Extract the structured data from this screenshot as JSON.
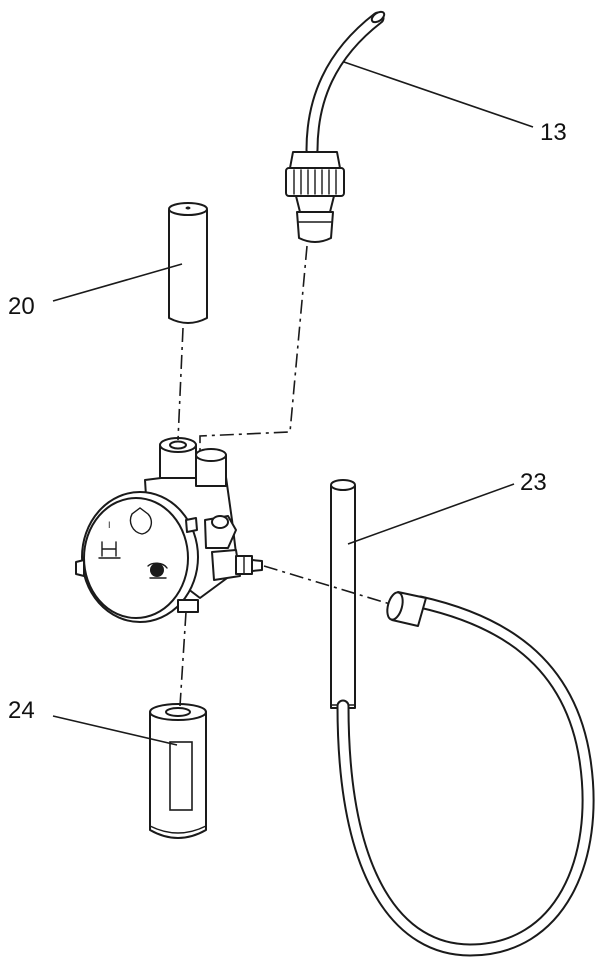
{
  "callouts": {
    "hose_top": "13",
    "filter_cartridge": "20",
    "suction_tube": "23",
    "strainer_cartridge": "24"
  }
}
